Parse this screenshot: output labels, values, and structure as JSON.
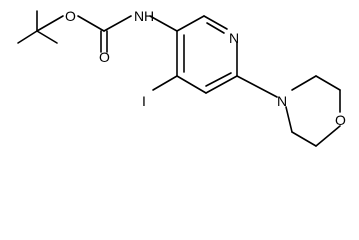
{
  "molecule": {
    "atom_labels": {
      "carbonyl_oxygen": "O",
      "ester_oxygen": "O",
      "carbamate_nitrogen": "N",
      "carbamate_hydrogen": "H",
      "pyridine_nitrogen": "N",
      "iodine": "I",
      "morpholine_nitrogen": "N",
      "morpholine_oxygen": "O"
    }
  }
}
